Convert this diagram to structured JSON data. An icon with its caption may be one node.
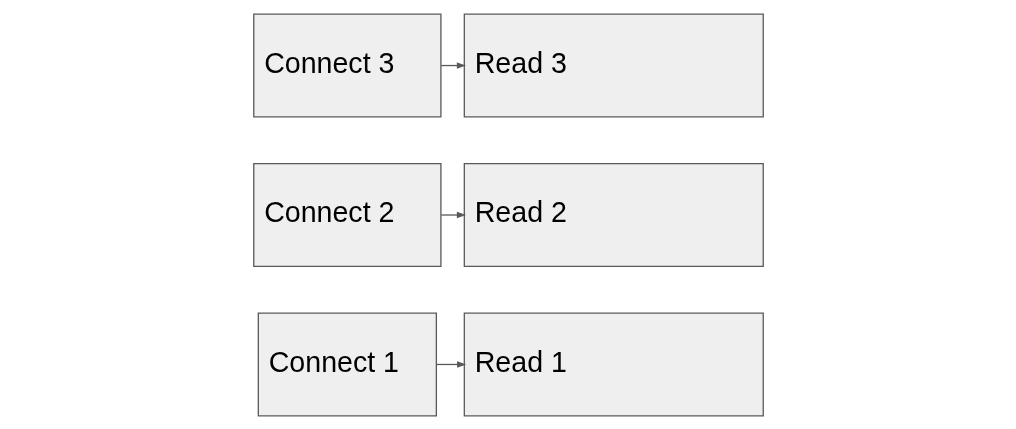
{
  "diagram": {
    "nodes": [
      {
        "text": [
          "Connect 1"
        ]
      },
      {
        "text": [
          "Read 1"
        ]
      },
      {
        "text": [
          "Connect 2"
        ]
      },
      {
        "text": [
          "Read 2"
        ]
      },
      {
        "text": [
          "Connect 3"
        ]
      },
      {
        "text": [
          "Read 3"
        ]
      }
    ],
    "edges": [
      {
        "from": 0,
        "to": 1,
        "arrow": "to"
      },
      {
        "from": 2,
        "to": 3,
        "arrow": "to"
      },
      {
        "from": 4,
        "to": 5,
        "arrow": "to"
      }
    ]
  }
}
